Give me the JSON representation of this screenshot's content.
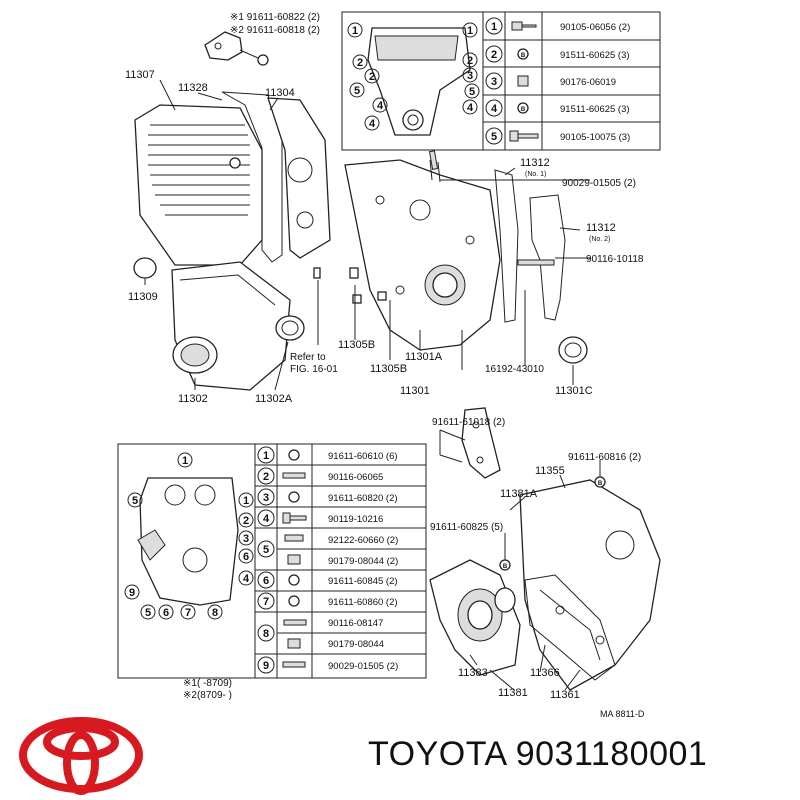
{
  "callouts": {
    "top_note_1": "※1 91611-60822 (2)",
    "top_note_2": "※2 91611-60818 (2)",
    "p11307": "11307",
    "p11328": "11328",
    "p11304": "11304",
    "p11309": "11309",
    "p11302": "11302",
    "p11302A": "11302A",
    "refer1": "Refer to",
    "refer2": "FIG. 16-01",
    "p11305B_a": "11305B",
    "p11305B_b": "11305B",
    "p11301A": "11301A",
    "p11301": "11301",
    "p16192": "16192-43010",
    "p11301C": "11301C",
    "p11312_1": "11312",
    "p11312_1_sub": "(No. 1)",
    "p90029_top": "90029-01505 (2)",
    "p11312_2": "11312",
    "p11312_2_sub": "(No. 2)",
    "p90116_10118": "90116-10118",
    "p91611_61018": "91611-61018 (2)",
    "p91611_60816": "91611-60816 (2)",
    "p11355": "11355",
    "p11381A": "11381A",
    "p91611_60825": "91611-60825 (5)",
    "p11383": "11383",
    "p11366": "11366",
    "p11381": "11381",
    "p11361": "11361",
    "footnote_1": "※1(       -8709)",
    "footnote_2": "※2(8709-       )",
    "ref_code": "MA 8811-D"
  },
  "table_top": [
    {
      "num": "1",
      "part": "90105-06056 (2)"
    },
    {
      "num": "2",
      "part": "91511-60625 (3)"
    },
    {
      "num": "3",
      "part": "90176-06019"
    },
    {
      "num": "4",
      "part": "91511-60625 (3)"
    },
    {
      "num": "5",
      "part": "90105-10075 (3)"
    }
  ],
  "table_bottom": [
    {
      "num": "1",
      "part": "91611-60610 (6)"
    },
    {
      "num": "2",
      "part": "90116-06065"
    },
    {
      "num": "3",
      "part": "91611-60820 (2)"
    },
    {
      "num": "4",
      "part": "90119-10216"
    },
    {
      "num": "5",
      "part": "92122-60660 (2)"
    },
    {
      "num": "",
      "part": "90179-08044 (2)"
    },
    {
      "num": "6",
      "part": "91611-60845 (2)"
    },
    {
      "num": "7",
      "part": "91611-60860 (2)"
    },
    {
      "num": "8",
      "part": "90116-08147"
    },
    {
      "num": "",
      "part": "90179-08044"
    },
    {
      "num": "9",
      "part": "90029-01505 (2)"
    }
  ],
  "brand": {
    "name": "TOYOTA",
    "part_number": "9031180001",
    "logo_color": "#d71920"
  }
}
